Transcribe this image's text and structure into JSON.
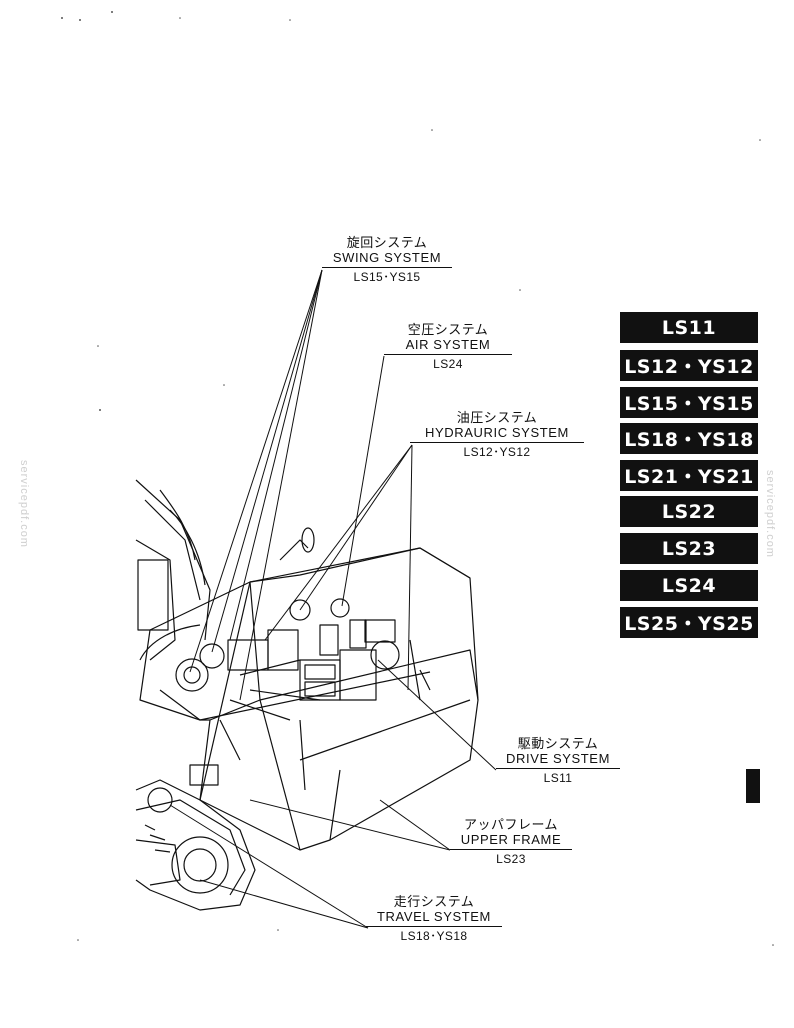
{
  "labels": {
    "swing": {
      "jp": "旋回システム",
      "en": "SWING SYSTEM",
      "code": "LS15･YS15"
    },
    "air": {
      "jp": "空圧システム",
      "en": "AIR SYSTEM",
      "code": "LS24"
    },
    "hydraulic": {
      "jp": "油圧システム",
      "en": "HYDRAURIC SYSTEM",
      "code": "LS12･YS12"
    },
    "drive": {
      "jp": "駆動システム",
      "en": "DRIVE SYSTEM",
      "code": "LS11"
    },
    "upper": {
      "jp": "アッパフレーム",
      "en": "UPPER FRAME",
      "code": "LS23"
    },
    "travel": {
      "jp": "走行システム",
      "en": "TRAVEL SYSTEM",
      "code": "LS18･YS18"
    }
  },
  "tabs": [
    "LS11",
    "LS12・YS12",
    "LS15・YS15",
    "LS18・YS18",
    "LS21・YS21",
    "LS22",
    "LS23",
    "LS24",
    "LS25・YS25"
  ],
  "watermark": "servicepdf.com",
  "colors": {
    "ink": "#111111",
    "paper": "#ffffff",
    "tab_bg": "#111111",
    "tab_text": "#ffffff"
  }
}
